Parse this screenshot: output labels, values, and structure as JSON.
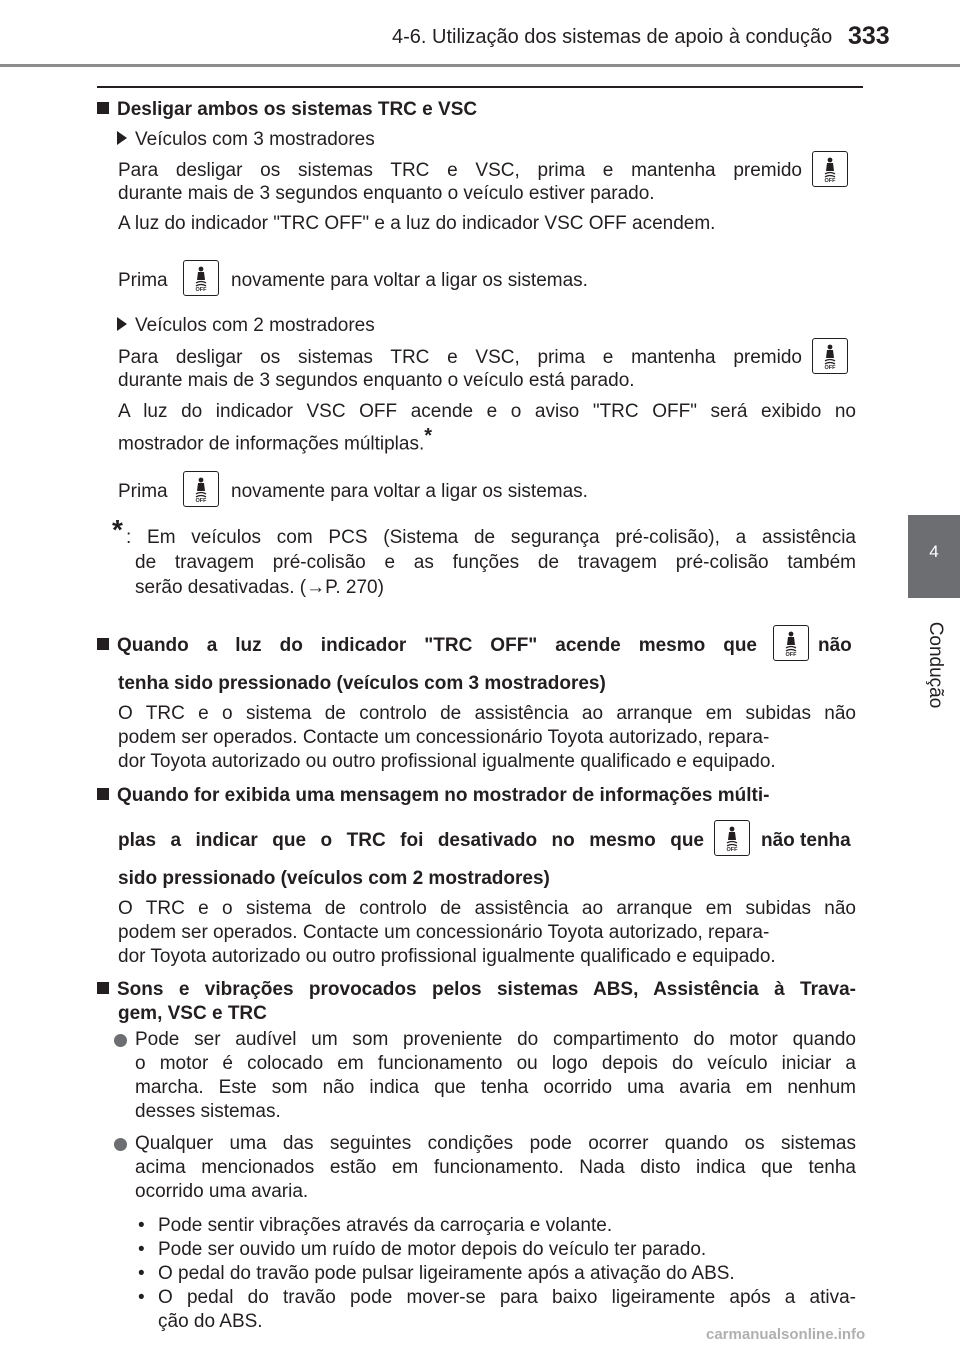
{
  "header": {
    "section": "4-6. Utilização dos sistemas de apoio à condução",
    "page_number": "333"
  },
  "side_tab": {
    "number": "4",
    "label": "Condução"
  },
  "icons": {
    "button": "vsc-off-switch-icon",
    "square_bullet": "square-bullet",
    "arrow_bullet": "triangle-bullet",
    "dot_bullet": "circle-bullet"
  },
  "s1": {
    "heading": "Desligar ambos os sistemas TRC e VSC",
    "sub1": {
      "title": "Veículos com 3 mostradores",
      "p1a": "Para desligar os sistemas TRC e VSC, prima e mantenha premido",
      "p1b": "durante mais de 3 segundos enquanto o veículo estiver parado.",
      "p2": "A luz do indicador \"TRC OFF\" e a luz do indicador VSC OFF acendem.",
      "p3a": "Prima",
      "p3b": "novamente para voltar a ligar os sistemas."
    },
    "sub2": {
      "title": "Veículos com 2 mostradores",
      "p1a": "Para desligar os sistemas TRC e VSC, prima e mantenha premido",
      "p1b": "durante mais de 3 segundos enquanto o veículo está parado.",
      "p2a": "A luz do indicador VSC OFF acende e o aviso \"TRC OFF\" será exibido no",
      "p2b": "mostrador de informações múltiplas.",
      "star": "*",
      "p3a": "Prima",
      "p3b": "novamente para voltar a ligar os sistemas."
    },
    "note_star": "*",
    "note1": ": Em veículos com PCS (Sistema de segurança pré-colisão), a assistência",
    "note2": "de travagem pré-colisão e as funções de travagem pré-colisão também",
    "note3": "serão desativadas. (→P. 270)"
  },
  "s2": {
    "h1a": "Quando a luz do indicador \"TRC OFF\" acende mesmo que",
    "h1b": "não",
    "h2": "tenha sido pressionado (veículos com 3 mostradores)",
    "l1": "O TRC e o sistema de controlo de assistência ao arranque em subidas não",
    "l2": "podem ser operados. Contacte um concessionário Toyota autorizado, repara-",
    "l3": "dor Toyota autorizado ou outro profissional igualmente qualificado e equipado."
  },
  "s3": {
    "h1": "Quando for exibida uma mensagem no mostrador de informações múlti-",
    "h2a": "plas a indicar que o TRC foi desativado no mesmo que",
    "h2b": "não tenha",
    "h3": "sido pressionado (veículos com 2 mostradores)",
    "l1": "O TRC e o sistema de controlo de assistência ao arranque em subidas não",
    "l2": "podem ser operados. Contacte um concessionário Toyota autorizado, repara-",
    "l3": "dor Toyota autorizado ou outro profissional igualmente qualificado e equipado."
  },
  "s4": {
    "h1": "Sons e vibrações provocados pelos sistemas ABS, Assistência à Trava-",
    "h2": "gem, VSC e TRC",
    "b1": [
      "Pode ser audível um som proveniente do compartimento do motor quando",
      "o motor é colocado em funcionamento ou logo depois do veículo iniciar a",
      "marcha. Este som não indica que tenha ocorrido uma avaria em nenhum",
      "desses sistemas."
    ],
    "b2": [
      "Qualquer uma das seguintes condições pode ocorrer quando os sistemas",
      "acima mencionados estão em funcionamento. Nada disto indica que tenha",
      "ocorrido uma avaria."
    ],
    "items": [
      "Pode sentir vibrações através da carroçaria e volante.",
      "Pode ser ouvido um ruído de motor depois do veículo ter parado.",
      "O pedal do travão pode pulsar ligeiramente após a ativação do ABS.",
      "O pedal do travão pode mover-se para baixo ligeiramente após a ativa-",
      "ção do ABS."
    ],
    "bullet": "•"
  },
  "footer": {
    "watermark": "carmanualsonline.info"
  }
}
